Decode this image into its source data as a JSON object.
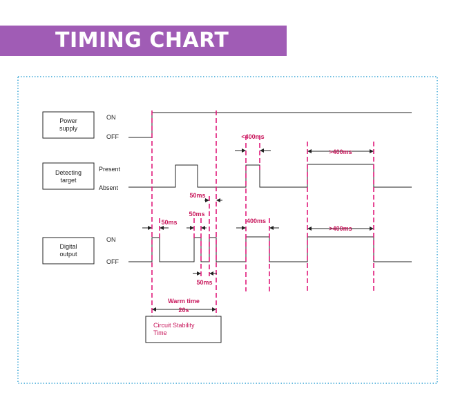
{
  "title": "TIMING CHART",
  "colors": {
    "banner": "#a05cb5",
    "frame": "#3aa6d6",
    "marker": "#e0197a",
    "annotation": "#c8185c",
    "signal": "#222222"
  },
  "power": {
    "label": "Power supply",
    "label_lines": [
      "Power",
      "supply"
    ],
    "on": "ON",
    "off": "OFF"
  },
  "detect": {
    "label": "Detecting target",
    "label_lines": [
      "Detecting",
      "target"
    ],
    "present": "Present",
    "absent": "Absent"
  },
  "output": {
    "label": "Digital output",
    "label_lines": [
      "Digital",
      "output"
    ],
    "on": "ON",
    "off": "OFF"
  },
  "annotations": {
    "lt400": "<400ms",
    "gt400_top": ">400ms",
    "ms50_top": "50ms",
    "ms50_left": "50ms",
    "ms50_mid": "50ms",
    "ms50_bottom": "50ms",
    "ms400": "400ms",
    "gt400_out": ">400ms",
    "warm_time": "Warm time",
    "warm_value": "20s"
  },
  "stability": {
    "label": "Circuit Stability Time",
    "label_lines": [
      "Circuit Stability",
      "Time"
    ]
  }
}
